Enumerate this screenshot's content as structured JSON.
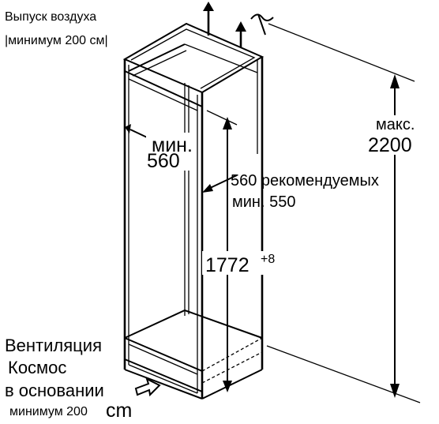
{
  "diagram": {
    "top_note": {
      "line1": "Выпуск воздуха",
      "line2": "|минимум 200 см|"
    },
    "width_label": {
      "line1": "мин.",
      "line2": "560"
    },
    "depth_label": {
      "line1": "560 рекомендуемых",
      "line2": "мин. 550"
    },
    "height_label": {
      "line1": "макс.",
      "line2": "2200"
    },
    "niche_height": {
      "value": "1772",
      "tolerance": "+8"
    },
    "bottom_note": {
      "line1": "Вентиляция",
      "line2": "Космос",
      "line3": "в основании",
      "line4": "минимум 200",
      "unit": "cm"
    }
  }
}
